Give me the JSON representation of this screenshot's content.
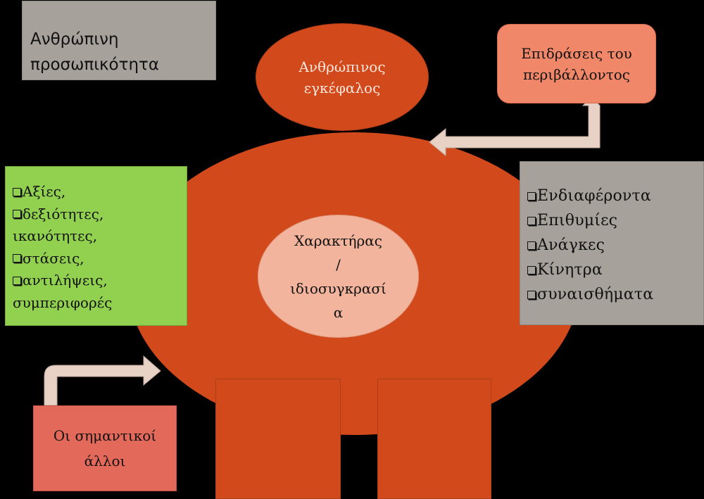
{
  "title": [
    "Ανθρώπινη",
    "προσωπικότητα"
  ],
  "head": [
    "Ανθρώπινος",
    "εγκέφαλος"
  ],
  "core": [
    "Χαρακτήρας",
    "/",
    "ιδιοσυγκρασί",
    "α"
  ],
  "environment": [
    "Επιδράσεις του",
    "περιβάλλοντος"
  ],
  "left_list": [
    "Αξίες,",
    "δεξιότητες,",
    "ικανότητες,",
    "στάσεις,",
    "αντιλήψεις,",
    "συμπεριφορές"
  ],
  "right_list": [
    "Ενδιαφέροντα",
    "Επιθυμίες",
    "Ανάγκες",
    "Κίνητρα",
    "συναισθήματα"
  ],
  "significant_others": [
    "Οι σημαντικοί",
    "άλλοι"
  ],
  "colors": {
    "background": "#000000",
    "body": "#d24a1c",
    "core": "#f2b49c",
    "environment": "#f08769",
    "left_box": "#92d150",
    "gray_box": "#a6a19b",
    "others": "#e3695a",
    "arrow": "#e8d1c5"
  }
}
